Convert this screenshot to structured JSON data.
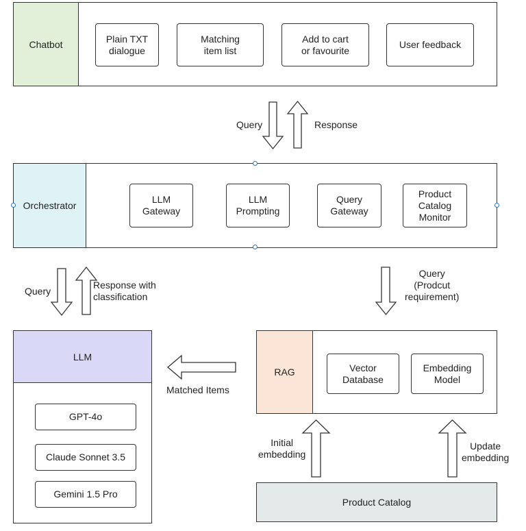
{
  "chatbot": {
    "title": "Chatbot",
    "items": [
      "Plain TXT\ndialogue",
      "Matching\nitem list",
      "Add to cart\nor favourite",
      "User feedback"
    ]
  },
  "flow_top": {
    "down_label": "Query",
    "up_label": "Response"
  },
  "orchestrator": {
    "title": "Orchestrator",
    "items": [
      "LLM\nGateway",
      "LLM\nPrompting",
      "Query\nGateway",
      "Product\nCatalog\nMonitor"
    ]
  },
  "flow_left": {
    "down_label": "Query",
    "up_label": "Response with\nclassification"
  },
  "flow_right": {
    "down_label": "Query\n(Prodcut\nrequirement)"
  },
  "llm": {
    "title": "LLM",
    "items": [
      "GPT-4o",
      "Claude Sonnet 3.5",
      "Gemini 1.5  Pro"
    ]
  },
  "matched_label": "Matched Items",
  "rag": {
    "title": "RAG",
    "items": [
      "Vector\nDatabase",
      "Embedding\nModel"
    ]
  },
  "flow_bottom": {
    "left_label": "Initial\nembedding",
    "right_label": "Update\nembedding"
  },
  "catalog": {
    "title": "Product Catalog"
  },
  "colors": {
    "chatbot_fill": "#e2f0d9",
    "orchestrator_fill": "#dff2f6",
    "llm_fill": "#d9d9f7",
    "rag_fill": "#fbe5d6",
    "catalog_fill": "#e4e9e9",
    "handle": "#2e75b6"
  }
}
